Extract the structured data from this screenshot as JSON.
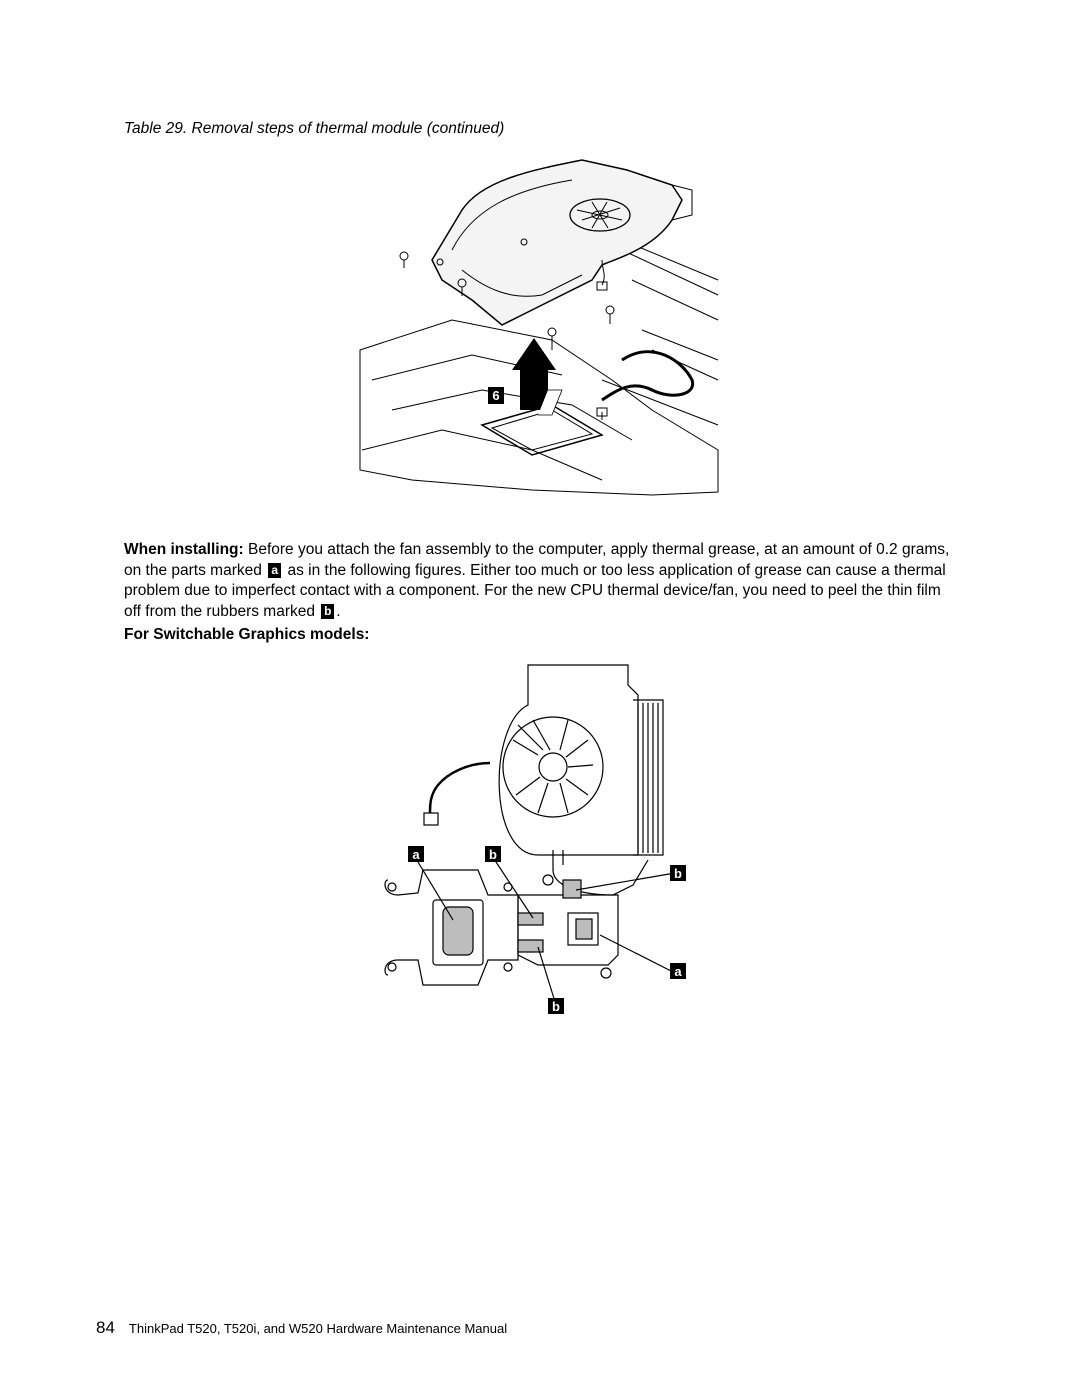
{
  "caption": "Table 29. Removal steps of thermal module (continued)",
  "figure1": {
    "step_callout": "6"
  },
  "installing": {
    "lead": "When installing:",
    "text1": " Before you attach the fan assembly to the computer, apply thermal grease, at an amount of 0.2 grams, on the parts marked ",
    "callout_a": "a",
    "text2": " as in the following figures. Either too much or too less application of grease can cause a thermal problem due to imperfect contact with a component. For the new CPU thermal device/fan, you need to peel the thin film off from the rubbers marked ",
    "callout_b": "b",
    "text3": "."
  },
  "subheading": "For Switchable Graphics models:",
  "figure2": {
    "callouts": {
      "top_a": "a",
      "top_b": "b",
      "right_b": "b",
      "right_a": "a",
      "bottom_b": "b"
    }
  },
  "footer": {
    "page_number": "84",
    "title": "ThinkPad T520, T520i, and W520 Hardware Maintenance Manual"
  }
}
